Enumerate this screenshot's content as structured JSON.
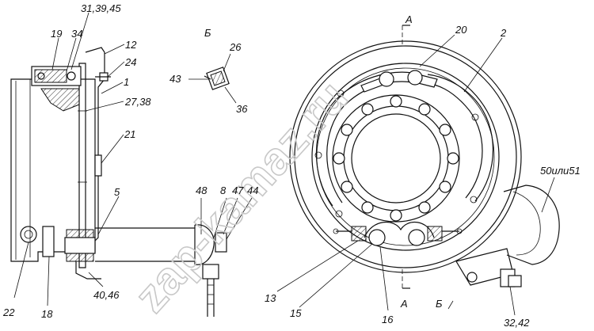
{
  "labels": {
    "l_31_39_45": "31,39,45",
    "l_19": "19",
    "l_34": "34",
    "l_12": "12",
    "l_24": "24",
    "l_1": "1",
    "l_27_38": "27,38",
    "l_21": "21",
    "l_5": "5",
    "l_22": "22",
    "l_18": "18",
    "l_40_46": "40,46",
    "l_48": "48",
    "l_8": "8",
    "l_47": "47",
    "l_44": "44",
    "l_B_view": "Б",
    "l_26": "26",
    "l_43": "43",
    "l_36": "36",
    "l_A_top": "А",
    "l_20": "20",
    "l_2": "2",
    "l_50_51": "50или51",
    "l_13": "13",
    "l_15": "15",
    "l_16": "16",
    "l_A_bottom": "А",
    "l_B_bottom": "Б",
    "l_32_42": "32,42"
  },
  "watermark": "zap-kamaz.ru"
}
